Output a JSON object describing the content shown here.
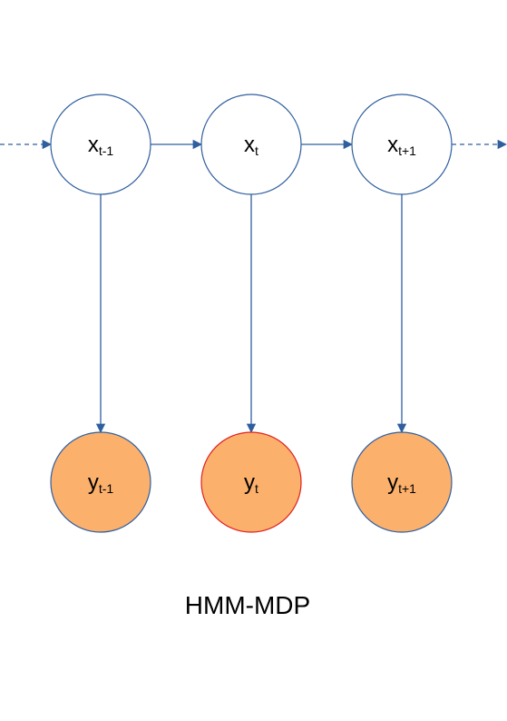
{
  "caption": "HMM-MDP",
  "colors": {
    "edge": "#2f5f9f",
    "hidden_fill": "#ffffff",
    "hidden_stroke": "#2f5f9f",
    "observed_fill": "#fbb06c",
    "observed_stroke": "#2f5f9f",
    "highlight_stroke": "#e02020"
  },
  "hidden_nodes": [
    {
      "id": "x_prev",
      "base": "x",
      "sub": "t-1"
    },
    {
      "id": "x_curr",
      "base": "x",
      "sub": "t"
    },
    {
      "id": "x_next",
      "base": "x",
      "sub": "t+1"
    }
  ],
  "observed_nodes": [
    {
      "id": "y_prev",
      "base": "y",
      "sub": "t-1",
      "highlighted": false
    },
    {
      "id": "y_curr",
      "base": "y",
      "sub": "t",
      "highlighted": true
    },
    {
      "id": "y_next",
      "base": "y",
      "sub": "t+1",
      "highlighted": false
    }
  ],
  "edges": [
    {
      "from": "x_prev",
      "to": "x_curr",
      "style": "solid"
    },
    {
      "from": "x_curr",
      "to": "x_next",
      "style": "solid"
    },
    {
      "from": "x_prev",
      "to": "y_prev",
      "style": "solid"
    },
    {
      "from": "x_curr",
      "to": "y_curr",
      "style": "solid"
    },
    {
      "from": "x_next",
      "to": "y_next",
      "style": "solid"
    },
    {
      "from": "left-edge",
      "to": "x_prev",
      "style": "dashed"
    },
    {
      "from": "x_next",
      "to": "right-edge",
      "style": "dashed"
    }
  ]
}
